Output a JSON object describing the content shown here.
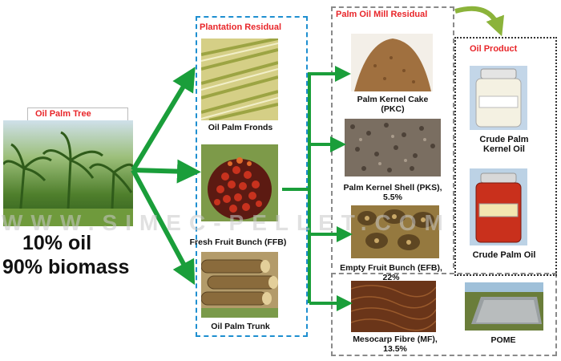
{
  "source": {
    "title": "Oil Palm Tree",
    "stats": [
      "10% oil",
      "90% biomass"
    ]
  },
  "plantation": {
    "title": "Plantation Residual",
    "items": [
      "Oil Palm Fronds",
      "Fresh Fruit Bunch (FFB)",
      "Oil Palm Trunk"
    ]
  },
  "mill": {
    "title": "Palm Oil Mill Residual",
    "items": [
      {
        "line1": "Palm Kernel Cake",
        "line2": "(PKC)"
      },
      {
        "line1": "Palm Kernel Shell (PKS),",
        "line2": "5.5%"
      },
      {
        "line1": "Empty Fruit Bunch (EFB),",
        "line2": "22%"
      },
      {
        "line1": "Mesocarp Fibre (MF),",
        "line2": "13.5%"
      },
      {
        "line1": "POME",
        "line2": ""
      }
    ]
  },
  "oil_product": {
    "title": "Oil Product",
    "items": [
      {
        "line1": "Crude Palm",
        "line2": "Kernel Oil"
      },
      {
        "line1": "Crude Palm Oil",
        "line2": ""
      }
    ]
  },
  "watermark": {
    "text": "WWW.SIMEC-PELLET.COM"
  },
  "colors": {
    "arrow": "#1a9e3a",
    "header_text": "#e8262a",
    "blue_border": "#1e8fd0",
    "gray_border": "#8a8a8a",
    "curve_arrow": "#8bb33a"
  }
}
